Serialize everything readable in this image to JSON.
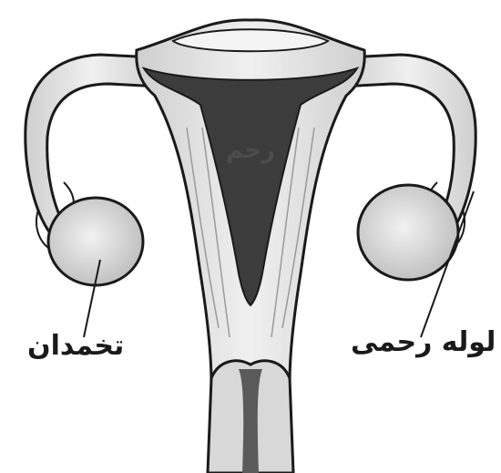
{
  "labels": {
    "ovary": "تخمدان",
    "fallopian_tube": "لوله رحمی",
    "uterus": "رحم"
  },
  "colors": {
    "outline": "#1a1a1a",
    "tissue": "#e6e6e6",
    "cavity": "#3c3c3c",
    "background": "#ffffff"
  }
}
